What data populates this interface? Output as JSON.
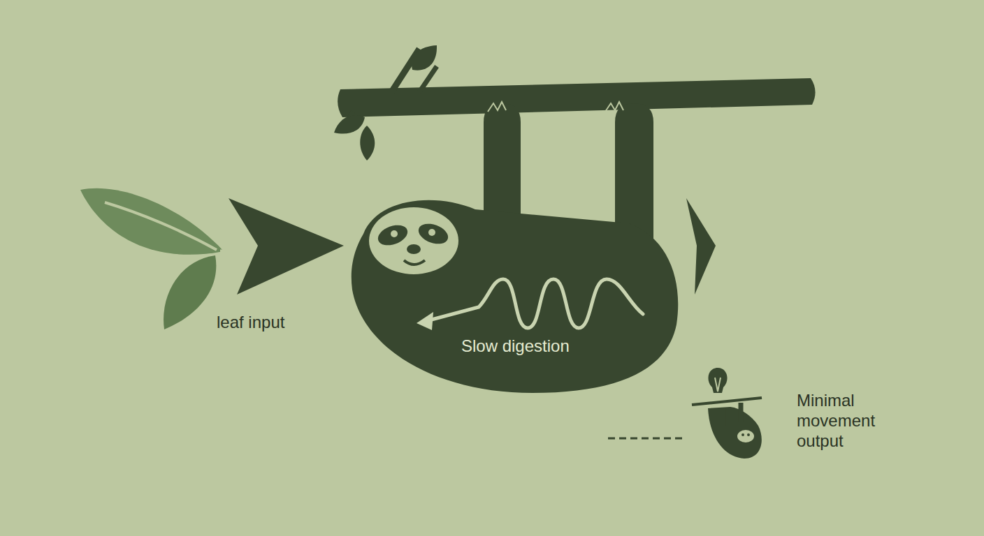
{
  "diagram": {
    "nodes": [
      {
        "text": [
          "leaf input"
        ]
      },
      {
        "text": [
          "Slow digestion"
        ]
      },
      {
        "text": [
          "Minimal movement output"
        ]
      }
    ],
    "edges": [
      {
        "from": 0,
        "to": 1,
        "arrow": "to"
      },
      {
        "from": 1,
        "to": 2,
        "arrow": "to"
      }
    ]
  }
}
